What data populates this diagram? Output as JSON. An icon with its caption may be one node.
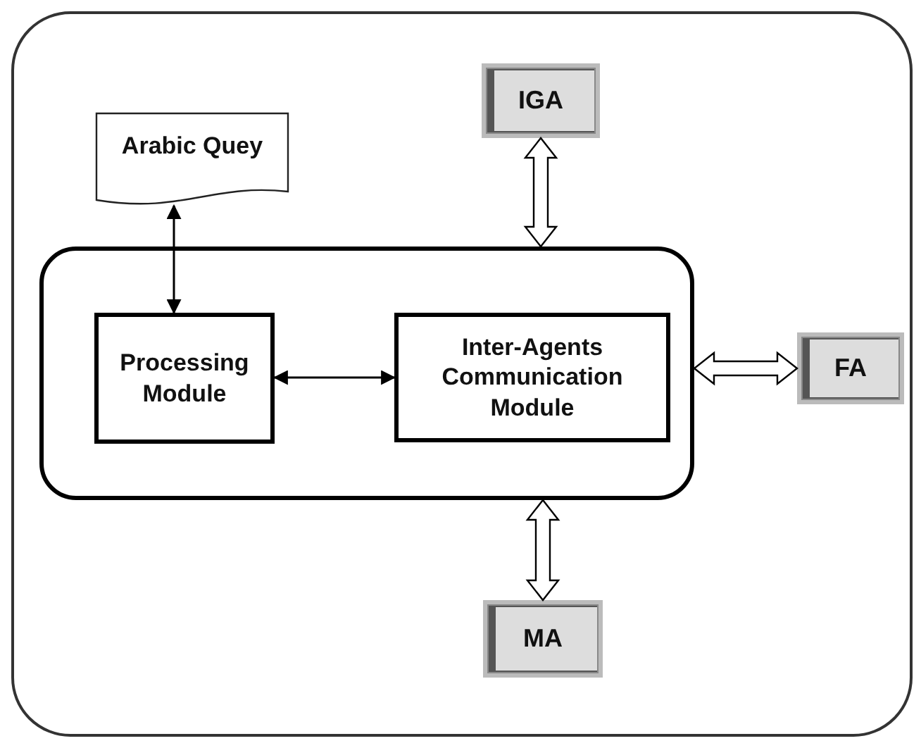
{
  "diagram": {
    "nodes": [
      {
        "text": [
          "Arabic Quey"
        ]
      },
      {
        "text": [],
        "shape": "box"
      },
      {
        "text": [
          "Processing Module"
        ],
        "in": 1
      },
      {
        "text": [
          "Inter-Agents Communication Module"
        ],
        "in": 1
      },
      {
        "text": [
          "IGA"
        ]
      },
      {
        "text": [
          "FA"
        ]
      },
      {
        "text": [
          "MA"
        ]
      }
    ],
    "edges": [
      {
        "from": 0,
        "to": 2,
        "arrow": "both"
      },
      {
        "from": 2,
        "to": 3,
        "arrow": "both"
      },
      {
        "from": 1,
        "to": 4,
        "arrow": "both",
        "style": "thick"
      },
      {
        "from": 1,
        "to": 5,
        "arrow": "both",
        "style": "thick"
      },
      {
        "from": 1,
        "to": 6,
        "arrow": "both",
        "style": "thick"
      }
    ]
  }
}
